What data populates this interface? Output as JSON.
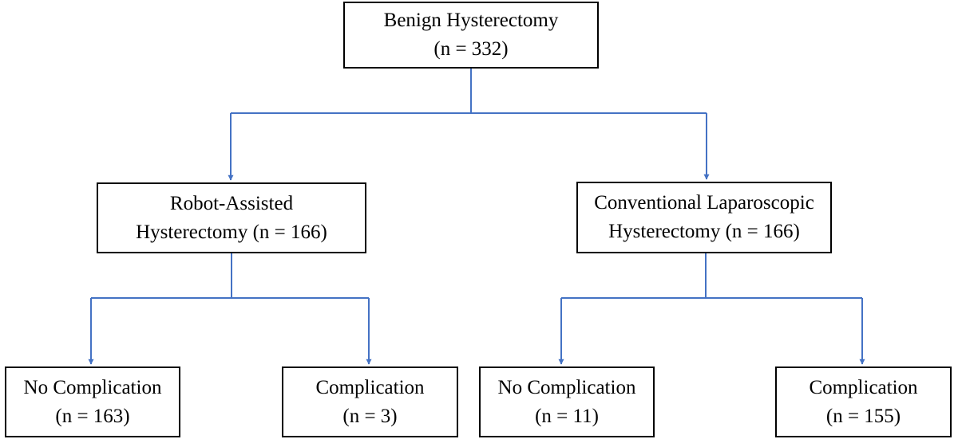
{
  "diagram": {
    "connector_color": "#4472c4",
    "nodes": {
      "root": {
        "line1": "Benign Hysterectomy",
        "line2": "(n = 332)"
      },
      "robot": {
        "line1": "Robot-Assisted",
        "line2": "Hysterectomy (n = 166)"
      },
      "conv": {
        "line1": "Conventional Laparoscopic",
        "line2": "Hysterectomy (n = 166)"
      },
      "robot_no": {
        "line1": "No Complication",
        "line2": "(n = 163)"
      },
      "robot_yes": {
        "line1": "Complication",
        "line2": "(n = 3)"
      },
      "conv_no": {
        "line1": "No Complication",
        "line2": "(n = 11)"
      },
      "conv_yes": {
        "line1": "Complication",
        "line2": "(n = 155)"
      }
    }
  }
}
